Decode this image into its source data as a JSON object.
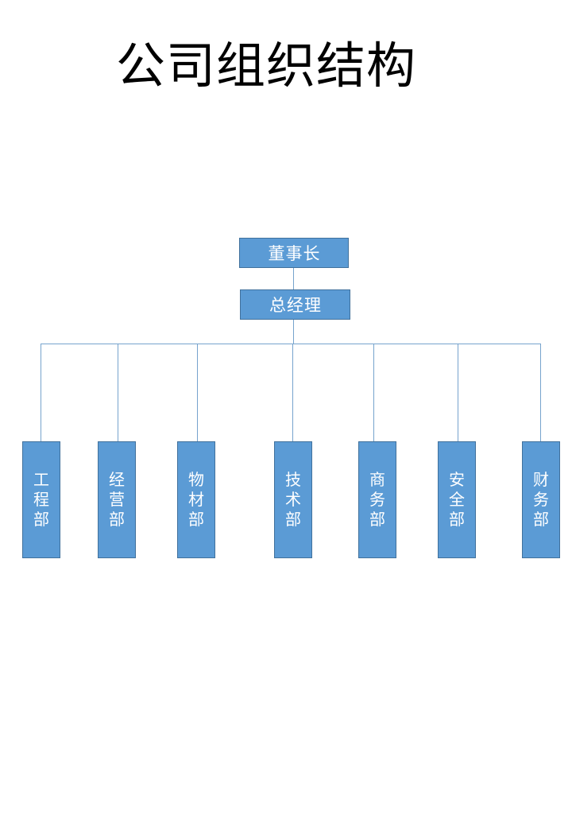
{
  "title": "公司组织结构",
  "org_chart": {
    "chairman": {
      "label": "董事长"
    },
    "general_manager": {
      "label": "总经理"
    },
    "departments": [
      {
        "label": "工程部"
      },
      {
        "label": "经营部"
      },
      {
        "label": "物材部"
      },
      {
        "label": "技术部"
      },
      {
        "label": "商务部"
      },
      {
        "label": "安全部"
      },
      {
        "label": "财务部"
      }
    ]
  },
  "colors": {
    "box_fill": "#5B9BD5",
    "box_border": "#41719C",
    "connector": "#76A3CD",
    "box_text": "#FFFFFF",
    "title_text": "#000000"
  }
}
